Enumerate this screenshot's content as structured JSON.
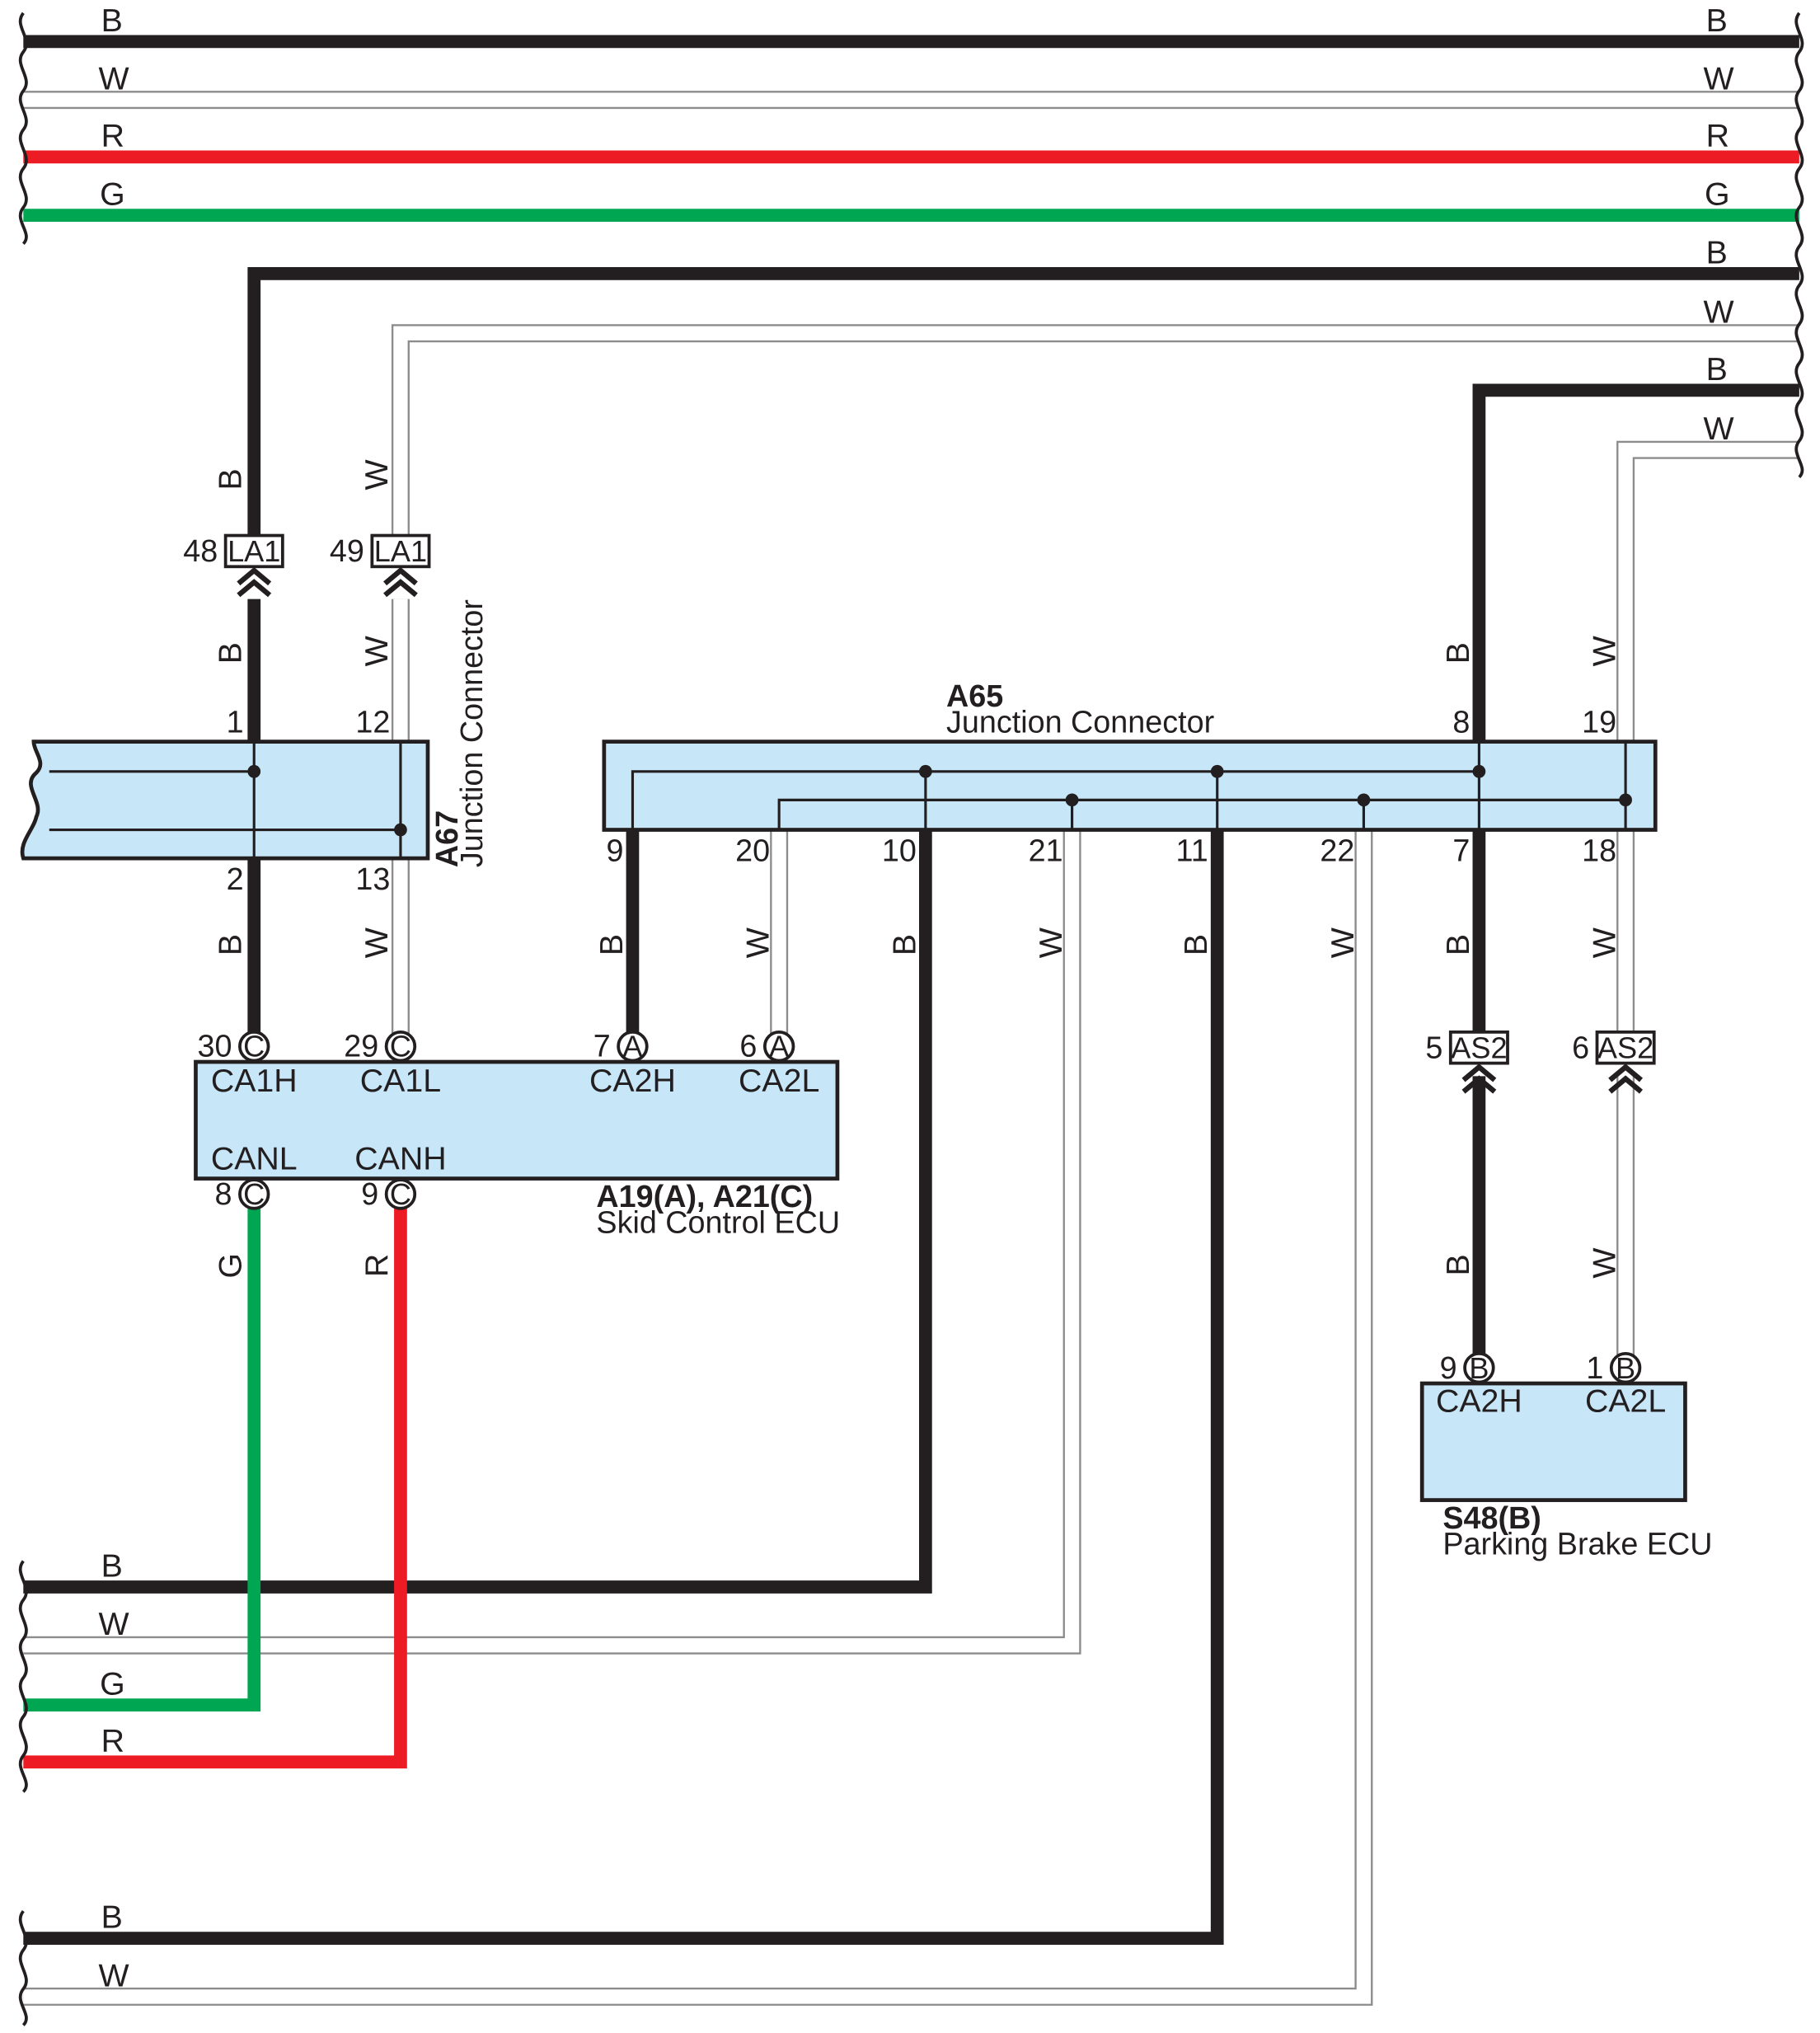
{
  "colors": {
    "B": "#231f20",
    "W": "#ffffff",
    "W_outline": "#8c8c8c",
    "R": "#ed1c24",
    "G": "#00a651",
    "component_fill": "#c7e6f7",
    "ink": "#231f20"
  },
  "wire_labels": {
    "B": "B",
    "W": "W",
    "R": "R",
    "G": "G"
  },
  "connectors": {
    "la1": {
      "code": "LA1",
      "pin_b": "48",
      "pin_w": "49"
    },
    "as2": {
      "code": "AS2",
      "pin_b": "5",
      "pin_w": "6"
    }
  },
  "a67": {
    "code": "A67",
    "name": "Junction Connector",
    "pins": {
      "top_b": "1",
      "top_w": "12",
      "bottom_b": "2",
      "bottom_w": "13"
    }
  },
  "a65": {
    "code": "A65",
    "name": "Junction Connector",
    "pins": {
      "top_b": "8",
      "top_w": "19",
      "p9": "9",
      "p20": "20",
      "p10": "10",
      "p21": "21",
      "p11": "11",
      "p22": "22",
      "p7": "7",
      "p18": "18"
    }
  },
  "skid_ecu": {
    "code": "A19(A), A21(C)",
    "name": "Skid Control ECU",
    "terminals": {
      "ca1h": "CA1H",
      "ca1l": "CA1L",
      "ca2h": "CA2H",
      "ca2l": "CA2L",
      "canl": "CANL",
      "canh": "CANH"
    },
    "pins": {
      "ca1h": {
        "num": "30",
        "conn": "C"
      },
      "ca1l": {
        "num": "29",
        "conn": "C"
      },
      "ca2h": {
        "num": "7",
        "conn": "A"
      },
      "ca2l": {
        "num": "6",
        "conn": "A"
      },
      "canl": {
        "num": "8",
        "conn": "C"
      },
      "canh": {
        "num": "9",
        "conn": "C"
      }
    }
  },
  "parking_ecu": {
    "code": "S48(B)",
    "name": "Parking Brake ECU",
    "terminals": {
      "ca2h": "CA2H",
      "ca2l": "CA2L"
    },
    "pins": {
      "ca2h": {
        "num": "9",
        "conn": "B"
      },
      "ca2l": {
        "num": "1",
        "conn": "B"
      }
    }
  }
}
